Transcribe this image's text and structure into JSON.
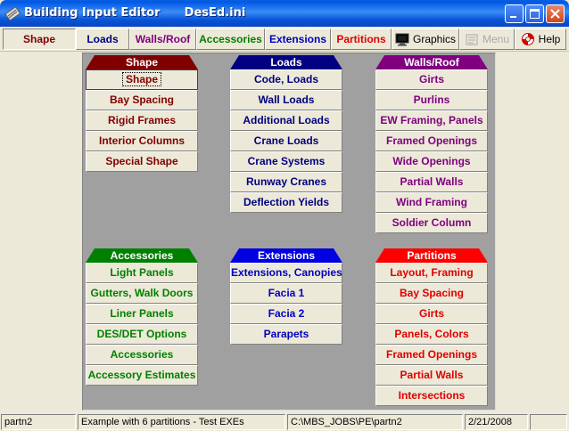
{
  "window": {
    "title": "Building Input Editor",
    "file": "DesEd.ini",
    "controls": {
      "minimize": "minimize-icon",
      "maximize": "maximize-icon",
      "close": "close-icon"
    }
  },
  "toolbar": {
    "shape": "Shape",
    "loads": "Loads",
    "walls_roof": "Walls/Roof",
    "accessories": "Accessories",
    "extensions": "Extensions",
    "partitions": "Partitions",
    "graphics": "Graphics",
    "menu": "Menu",
    "help": "Help"
  },
  "colors": {
    "shape": "#800000",
    "loads": "#000080",
    "walls_roof": "#800080",
    "accessories": "#008000",
    "extensions": "#0000c0",
    "partitions": "#e00000"
  },
  "groups": {
    "shape": {
      "header": "Shape",
      "buttons": [
        "Shape",
        "Bay Spacing",
        "Rigid Frames",
        "Interior Columns",
        "Special Shape"
      ]
    },
    "loads": {
      "header": "Loads",
      "buttons": [
        "Code, Loads",
        "Wall Loads",
        "Additional Loads",
        "Crane Loads",
        "Crane Systems",
        "Runway Cranes",
        "Deflection Yields"
      ]
    },
    "walls_roof": {
      "header": "Walls/Roof",
      "buttons": [
        "Girts",
        "Purlins",
        "EW Framing, Panels",
        "Framed Openings",
        "Wide Openings",
        "Partial Walls",
        "Wind Framing",
        "Soldier Column"
      ]
    },
    "accessories": {
      "header": "Accessories",
      "buttons": [
        "Light Panels",
        "Gutters, Walk Doors",
        "Liner Panels",
        "DES/DET Options",
        "Accessories",
        "Accessory Estimates"
      ]
    },
    "extensions": {
      "header": "Extensions",
      "buttons": [
        "Extensions, Canopies",
        "Facia 1",
        "Facia 2",
        "Parapets"
      ]
    },
    "partitions": {
      "header": "Partitions",
      "buttons": [
        "Layout, Framing",
        "Bay Spacing",
        "Girts",
        "Panels, Colors",
        "Framed Openings",
        "Partial Walls",
        "Intersections"
      ]
    }
  },
  "status": {
    "job": "partn2",
    "description": "Example with 6 partitions - Test EXEs",
    "path": "C:\\MBS_JOBS\\PE\\partn2",
    "date": "2/21/2008"
  }
}
